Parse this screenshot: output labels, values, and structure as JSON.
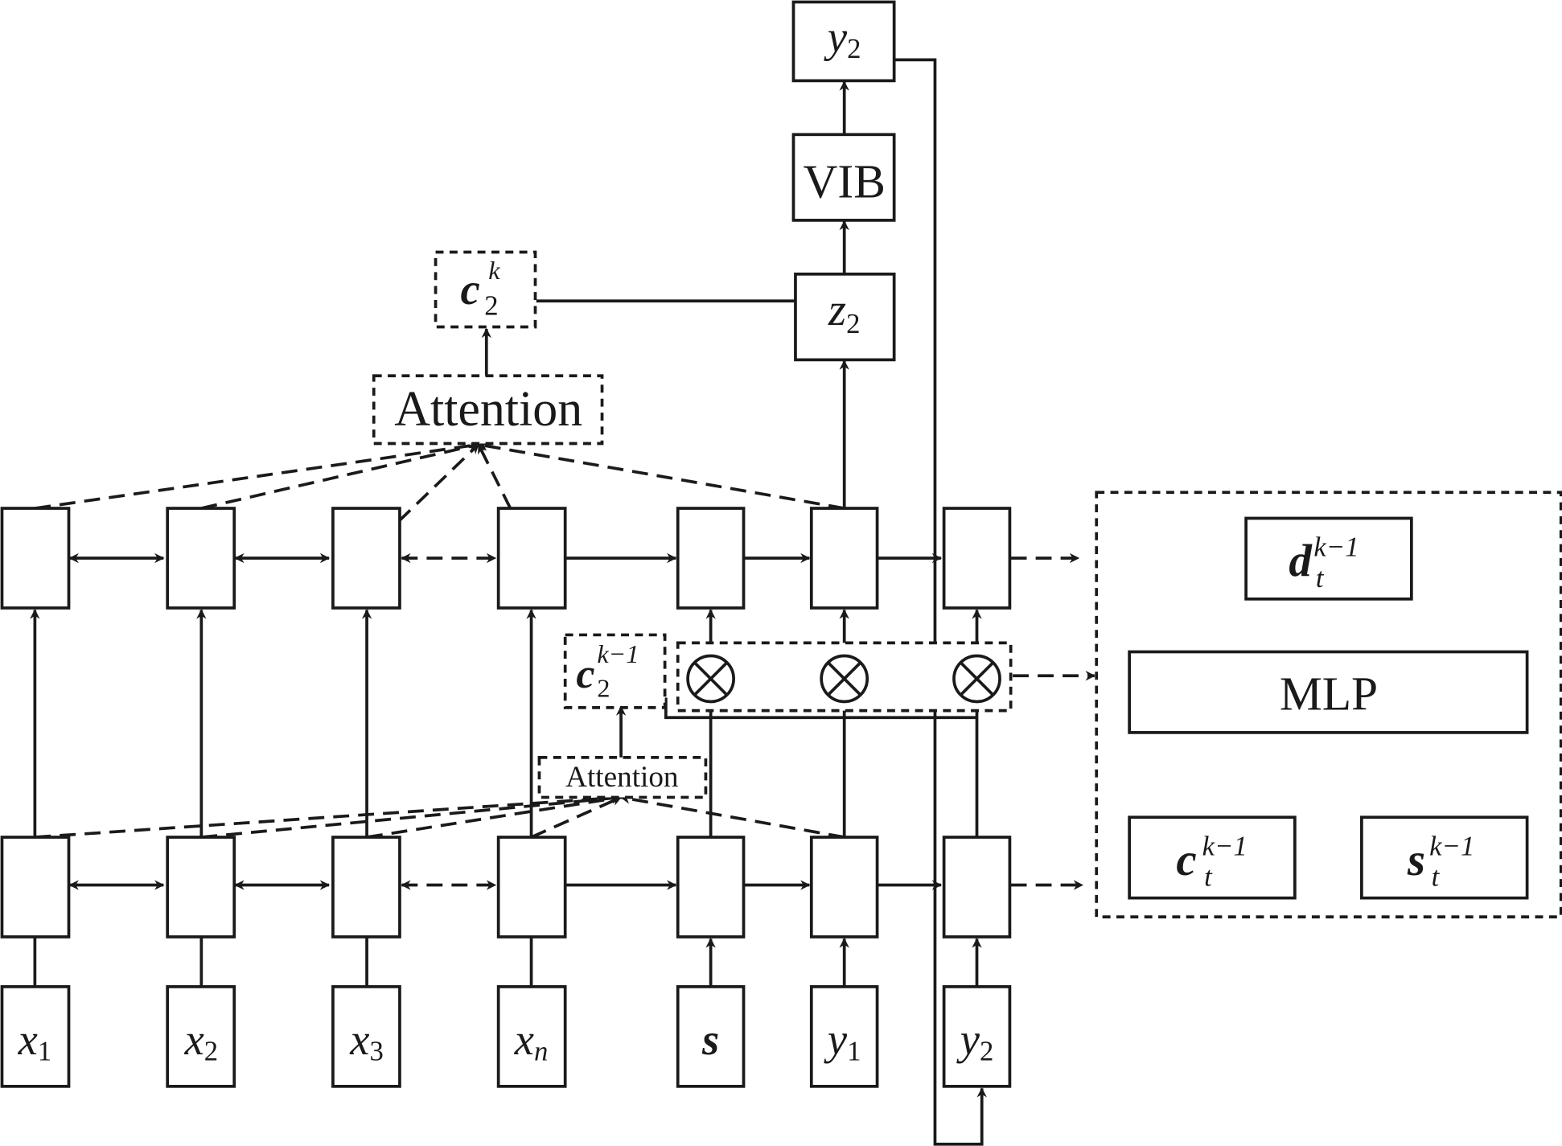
{
  "diagram": {
    "attention_top_label": "Attention",
    "attention_bottom_label": "Attention",
    "vib_label": "VIB",
    "mlp_label": "MLP",
    "context_k": {
      "base": "c",
      "sub": "2",
      "sup": "k"
    },
    "context_k_minus_1": {
      "base": "c",
      "sub": "2",
      "sup": "k−1"
    },
    "latent": {
      "base": "z",
      "sub": "2"
    },
    "output_top": {
      "base": "y",
      "sub": "2"
    },
    "inputs": [
      {
        "base": "x",
        "sub": "1"
      },
      {
        "base": "x",
        "sub": "2"
      },
      {
        "base": "x",
        "sub": "3"
      },
      {
        "base": "x",
        "sub": "n"
      },
      {
        "base": "s",
        "sub": ""
      },
      {
        "base": "y",
        "sub": "1"
      },
      {
        "base": "y",
        "sub": "2"
      }
    ],
    "mlp_output": {
      "base": "d",
      "sub": "t",
      "sup": "k−1"
    },
    "mlp_input_left": {
      "base": "c",
      "sub": "t",
      "sup": "k−1"
    },
    "mlp_input_right": {
      "base": "s",
      "sub": "t",
      "sup": "k−1"
    }
  }
}
